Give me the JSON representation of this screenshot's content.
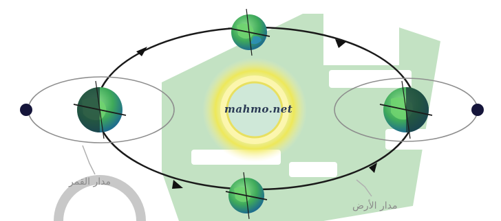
{
  "labels": {
    "moon_orbit": "مدار القمر",
    "earth_orbit": "مدار الأرض",
    "watermark": "mahmo.net"
  },
  "colors": {
    "background_shape": "#b8ddb8",
    "orbit_line": "#1a1a1a",
    "moon_orbit_line": "#8e8e8e",
    "sun_glow": "#f2e94e",
    "sun_core": "#cfe8d8",
    "earth_ocean": "#3b8fd0",
    "earth_land": "#5cc25c",
    "moon": "#15153a",
    "label_text": "#8a8a8a"
  },
  "icons": {
    "sun": "sun-icon",
    "earth": "earth-globe-icon",
    "moon": "moon-icon",
    "direction_arrow": "arrowhead-icon"
  }
}
